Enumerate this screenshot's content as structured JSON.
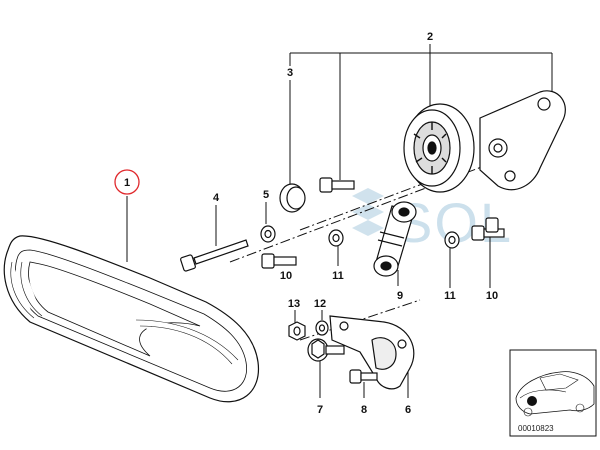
{
  "diagram": {
    "callouts": [
      {
        "id": "p1",
        "label": "1"
      },
      {
        "id": "p2",
        "label": "2"
      },
      {
        "id": "p3",
        "label": "3"
      },
      {
        "id": "p4",
        "label": "4"
      },
      {
        "id": "p5",
        "label": "5"
      },
      {
        "id": "p6",
        "label": "6"
      },
      {
        "id": "p7",
        "label": "7"
      },
      {
        "id": "p8",
        "label": "8"
      },
      {
        "id": "p9",
        "label": "9"
      },
      {
        "id": "p10a",
        "label": "10"
      },
      {
        "id": "p10b",
        "label": "10"
      },
      {
        "id": "p11a",
        "label": "11"
      },
      {
        "id": "p11b",
        "label": "11"
      },
      {
        "id": "p12",
        "label": "12"
      },
      {
        "id": "p13",
        "label": "13"
      }
    ],
    "highlight_color": "#e0282c",
    "reference_code": "00010823",
    "watermark": "SOL"
  }
}
